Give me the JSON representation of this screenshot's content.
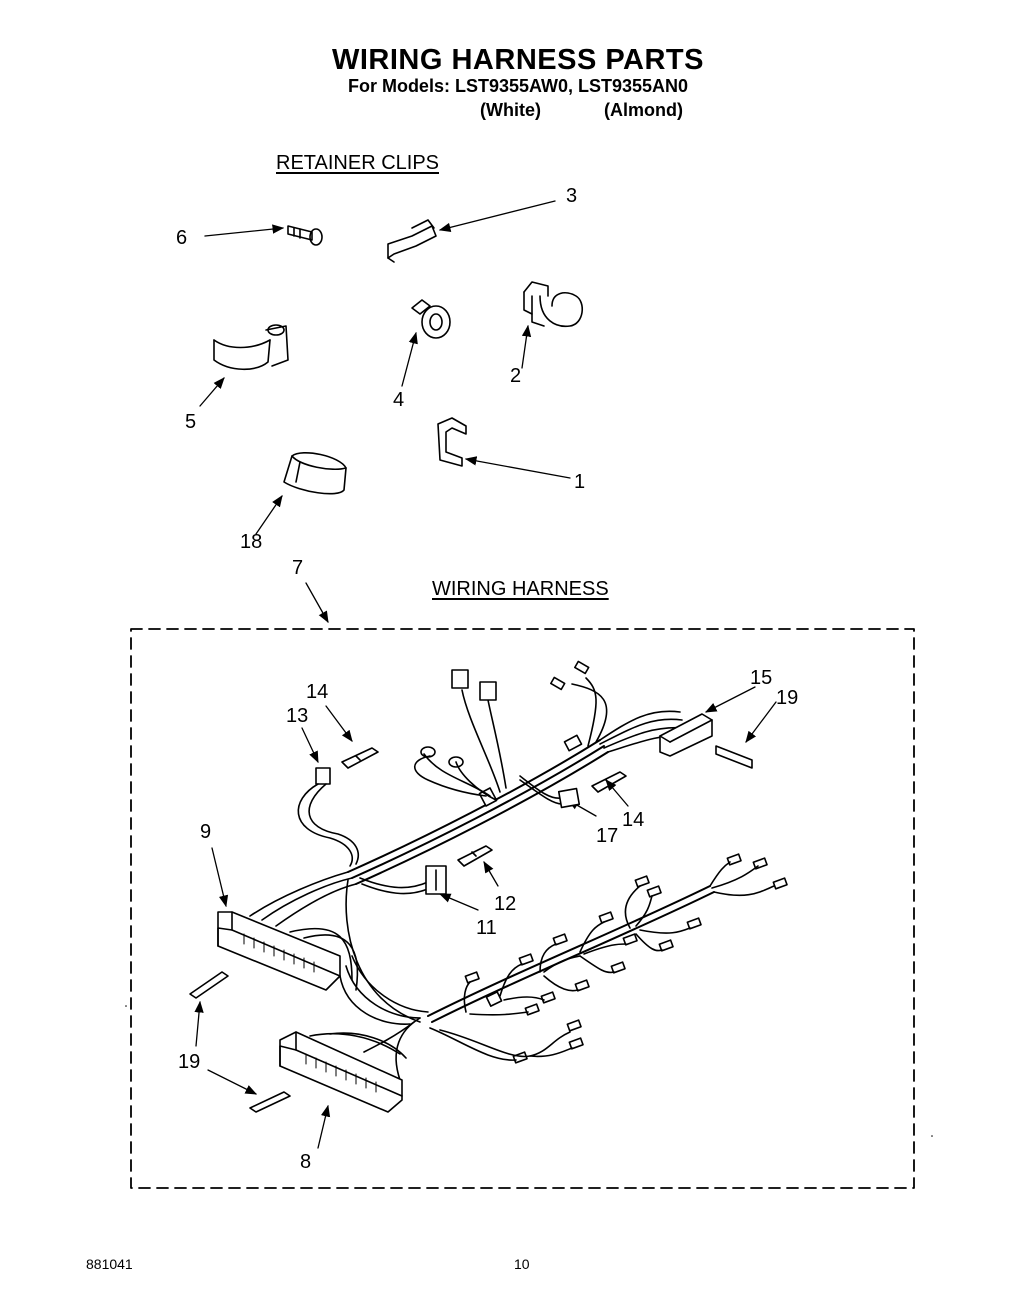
{
  "header": {
    "title": "WIRING HARNESS PARTS",
    "subtitle": "For Models: LST9355AW0, LST9355AN0",
    "variant_white": "(White)",
    "variant_almond": "(Almond)"
  },
  "sections": {
    "retainer_clips": "RETAINER CLIPS",
    "wiring_harness": "WIRING HARNESS"
  },
  "callouts": {
    "c1": "1",
    "c2": "2",
    "c3": "3",
    "c4": "4",
    "c5": "5",
    "c6": "6",
    "c7": "7",
    "c8": "8",
    "c9": "9",
    "c11": "11",
    "c12": "12",
    "c13": "13",
    "c14a": "14",
    "c14b": "14",
    "c15": "15",
    "c17": "17",
    "c18": "18",
    "c19a": "19",
    "c19b": "19"
  },
  "footer": {
    "doc_number": "881041",
    "page_number": "10"
  }
}
